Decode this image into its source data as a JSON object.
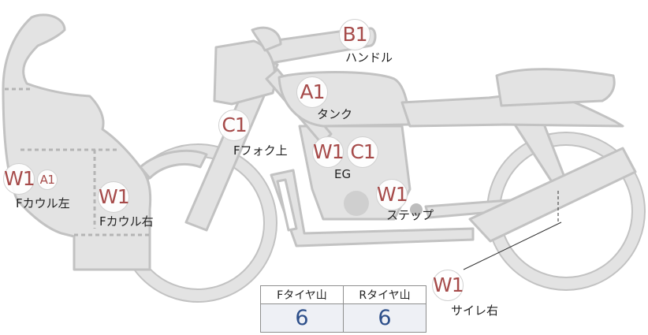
{
  "badges": {
    "b1": "B1",
    "a1_tank": "A1",
    "c1_fork": "C1",
    "w1_eg": "W1",
    "c1_eg": "C1",
    "w1_step": "W1",
    "w1_cowl_left": "W1",
    "a1_cowl_left": "A1",
    "w1_cowl_right": "W1",
    "w1_side_cover": "W1"
  },
  "labels": {
    "handle": "ハンドル",
    "tank": "タンク",
    "fork": "Fフォク上",
    "eg": "EG",
    "step": "ステップ",
    "cowl_left": "Fカウル左",
    "cowl_right": "Fカウル右",
    "side_cover": "サイレ右"
  },
  "tread": {
    "front_header": "Fタイヤ山",
    "rear_header": "Rタイヤ山",
    "front_value": "6",
    "rear_value": "6"
  },
  "colors": {
    "bike_fill": "#e3e3e3",
    "bike_stroke": "#c2c2c2",
    "badge_text": "#a64b4a",
    "value_text": "#2d4f8a"
  }
}
